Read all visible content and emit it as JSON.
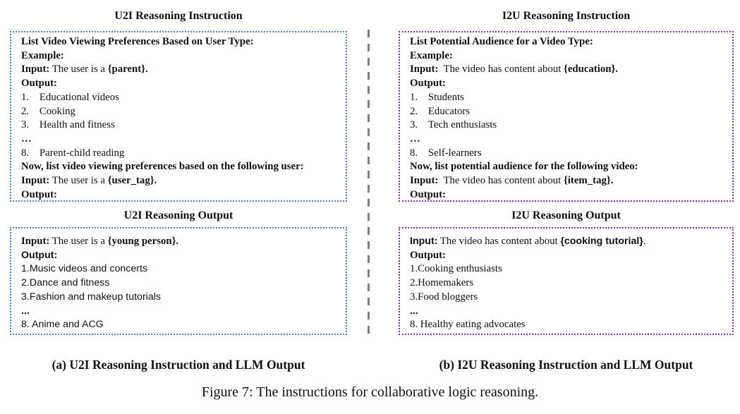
{
  "figure": {
    "caption": "Figure 7: The instructions for collaborative logic reasoning.",
    "colors": {
      "u2i_border": "#4f81bd",
      "i2u_border": "#7a3aa4",
      "divider": "#7f7f7f",
      "text": "#111111"
    }
  },
  "panels": [
    {
      "id": "u2i",
      "instruction_title": "U2I Reasoning Instruction",
      "output_title": "U2I Reasoning Output",
      "caption": "(a) U2I Reasoning Instruction and LLM Output",
      "instruction_lines": [
        [
          {
            "t": "List Video Viewing Preferences Based on User Type:",
            "b": true
          }
        ],
        [
          {
            "t": "Example:",
            "b": true
          }
        ],
        [
          {
            "t": "Input:",
            "b": true
          },
          {
            "t": " The user is a "
          },
          {
            "t": "{parent}.",
            "b": true
          }
        ],
        [
          {
            "t": "Output:",
            "b": true
          }
        ],
        [
          {
            "t": "1.    Educational videos"
          }
        ],
        [
          {
            "t": "2.    Cooking"
          }
        ],
        [
          {
            "t": "3.    Health and fitness"
          }
        ],
        [
          {
            "t": "…",
            "b": true
          }
        ],
        [
          {
            "t": "8.    Parent-child reading"
          }
        ],
        [
          {
            "t": "Now, list video viewing preferences based on the following user:",
            "b": true
          }
        ],
        [
          {
            "t": "Input:",
            "b": true
          },
          {
            "t": " The user is a "
          },
          {
            "t": "{user_tag}.",
            "b": true
          }
        ],
        [
          {
            "t": "Output:",
            "b": true
          }
        ]
      ],
      "output_lines": [
        [
          {
            "t": "Input:",
            "b": true
          },
          {
            "t": " The user is a "
          },
          {
            "t": "{young person}.",
            "b": true
          }
        ],
        [
          {
            "t": "Output:",
            "b": true,
            "s": true
          }
        ],
        [
          {
            "t": "1.Music videos and concerts",
            "s": true
          }
        ],
        [
          {
            "t": "2.Dance and fitness",
            "s": true
          }
        ],
        [
          {
            "t": "3.Fashion and makeup tutorials",
            "s": true
          }
        ],
        [
          {
            "t": "...",
            "b": true,
            "s": true
          }
        ],
        [
          {
            "t": "8. Anime and ACG",
            "s": true
          }
        ]
      ]
    },
    {
      "id": "i2u",
      "instruction_title": "I2U Reasoning Instruction",
      "output_title": "I2U Reasoning Output",
      "caption": "(b) I2U Reasoning Instruction and LLM Output",
      "instruction_lines": [
        [
          {
            "t": "List Potential Audience for a Video Type:",
            "b": true
          }
        ],
        [
          {
            "t": "Example:",
            "b": true
          }
        ],
        [
          {
            "t": "Input:",
            "b": true
          },
          {
            "t": "  The video has content about "
          },
          {
            "t": "{education}.",
            "b": true
          }
        ],
        [
          {
            "t": "Output:",
            "b": true
          }
        ],
        [
          {
            "t": "1.    Students"
          }
        ],
        [
          {
            "t": "2.    Educators"
          }
        ],
        [
          {
            "t": "3.    Tech enthusiasts"
          }
        ],
        [
          {
            "t": "…",
            "b": true
          }
        ],
        [
          {
            "t": "8.    Self-learners"
          }
        ],
        [
          {
            "t": "Now, list potential audience for the following video:",
            "b": true
          }
        ],
        [
          {
            "t": "Input:",
            "b": true
          },
          {
            "t": "  The video has content about "
          },
          {
            "t": "{item_tag}.",
            "b": true
          }
        ],
        [
          {
            "t": "Output:",
            "b": true
          }
        ]
      ],
      "output_lines": [
        [
          {
            "t": "Input:",
            "b": true,
            "s": true
          },
          {
            "t": " The video has content about "
          },
          {
            "t": "{cooking tutorial}",
            "b": true,
            "s": true
          },
          {
            "t": "."
          }
        ],
        [
          {
            "t": "Output:",
            "b": true
          }
        ],
        [
          {
            "t": "1.Cooking enthusiasts"
          }
        ],
        [
          {
            "t": "2.Homemakers"
          }
        ],
        [
          {
            "t": "3.Food bloggers"
          }
        ],
        [
          {
            "t": "...",
            "b": true,
            "s": true
          }
        ],
        [
          {
            "t": "8. Healthy eating advocates"
          }
        ]
      ]
    }
  ]
}
